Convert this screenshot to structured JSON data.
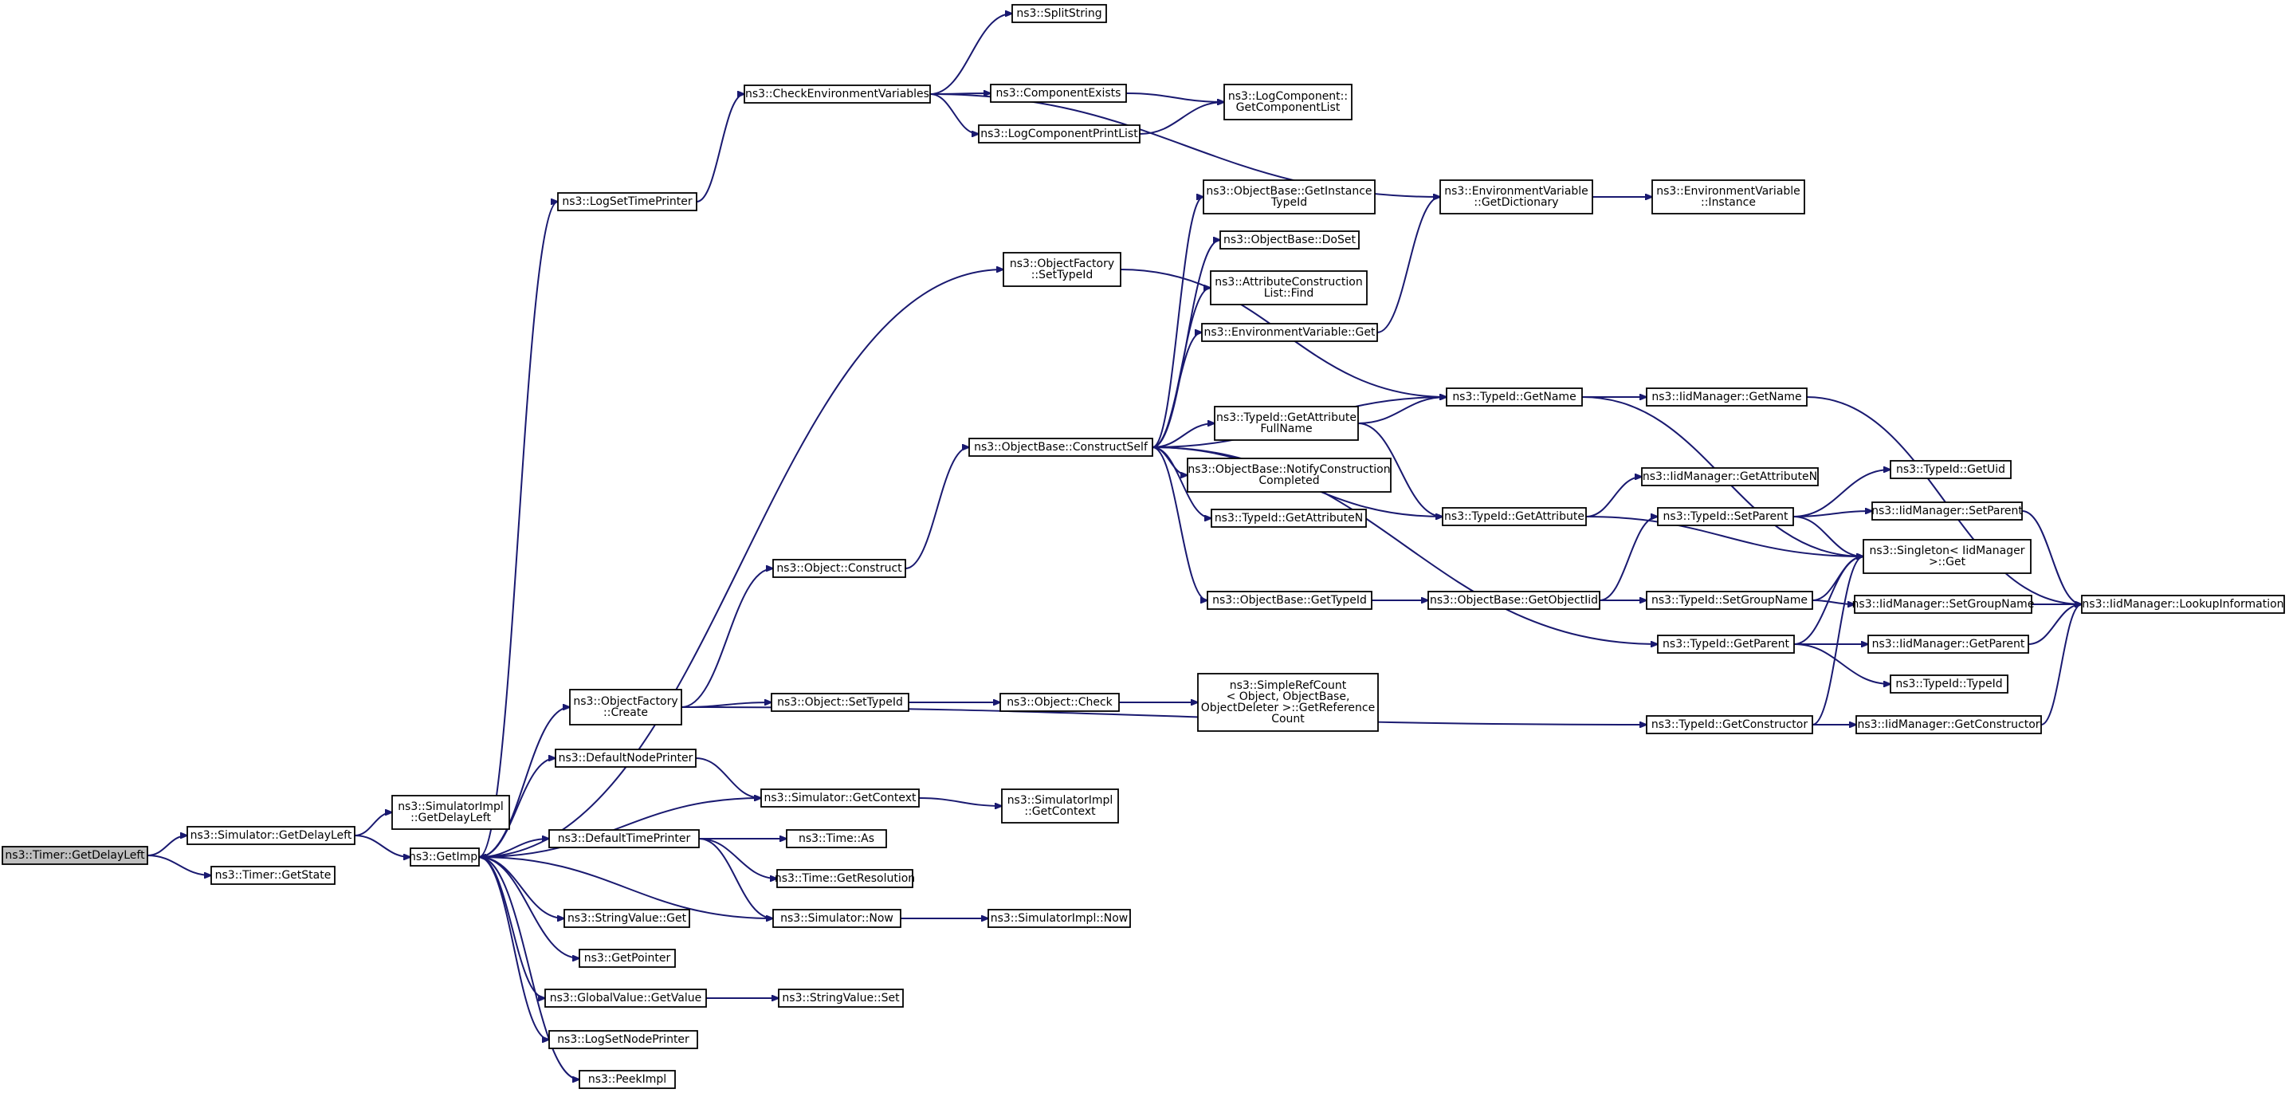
{
  "graph": {
    "title": "",
    "edge_color": "#191970",
    "root_fill": "#bfbfbf",
    "nodes": [
      {
        "id": "n1",
        "label": [
          "ns3::Timer::GetDelayLeft"
        ],
        "root": true
      },
      {
        "id": "n2",
        "label": [
          "ns3::Simulator::GetDelayLeft"
        ]
      },
      {
        "id": "n3",
        "label": [
          "ns3::Timer::GetState"
        ]
      },
      {
        "id": "n4",
        "label": [
          "ns3::SimulatorImpl",
          "::GetDelayLeft"
        ]
      },
      {
        "id": "n5",
        "label": [
          "ns3::GetImpl"
        ]
      },
      {
        "id": "n6",
        "label": [
          "ns3::LogSetTimePrinter"
        ]
      },
      {
        "id": "n7",
        "label": [
          "ns3::CheckEnvironmentVariables"
        ]
      },
      {
        "id": "n8",
        "label": [
          "ns3::SplitString"
        ]
      },
      {
        "id": "n9",
        "label": [
          "ns3::ComponentExists"
        ]
      },
      {
        "id": "n10",
        "label": [
          "ns3::LogComponentPrintList"
        ]
      },
      {
        "id": "n11",
        "label": [
          "ns3::LogComponent::",
          "GetComponentList"
        ]
      },
      {
        "id": "n12",
        "label": [
          "ns3::EnvironmentVariable",
          "::GetDictionary"
        ]
      },
      {
        "id": "n13",
        "label": [
          "ns3::EnvironmentVariable",
          "::Instance"
        ]
      },
      {
        "id": "n14",
        "label": [
          "ns3::ObjectFactory",
          "::SetTypeId"
        ]
      },
      {
        "id": "n15",
        "label": [
          "ns3::ObjectBase::GetInstance",
          "TypeId"
        ]
      },
      {
        "id": "n16",
        "label": [
          "ns3::ObjectBase::DoSet"
        ]
      },
      {
        "id": "n17",
        "label": [
          "ns3::AttributeConstruction",
          "List::Find"
        ]
      },
      {
        "id": "n18",
        "label": [
          "ns3::EnvironmentVariable::Get"
        ]
      },
      {
        "id": "n19",
        "label": [
          "ns3::TypeId::GetName"
        ]
      },
      {
        "id": "n20",
        "label": [
          "ns3::IidManager::GetName"
        ]
      },
      {
        "id": "n21",
        "label": [
          "ns3::TypeId::GetAttribute",
          "FullName"
        ]
      },
      {
        "id": "n22",
        "label": [
          "ns3::ObjectBase::ConstructSelf"
        ]
      },
      {
        "id": "n23",
        "label": [
          "ns3::ObjectBase::NotifyConstruction",
          "Completed"
        ]
      },
      {
        "id": "n24",
        "label": [
          "ns3::TypeId::GetAttributeN"
        ]
      },
      {
        "id": "n25",
        "label": [
          "ns3::TypeId::GetAttribute"
        ]
      },
      {
        "id": "n26",
        "label": [
          "ns3::IidManager::GetAttributeN"
        ]
      },
      {
        "id": "n27",
        "label": [
          "ns3::TypeId::GetUid"
        ]
      },
      {
        "id": "n28",
        "label": [
          "ns3::TypeId::SetParent"
        ]
      },
      {
        "id": "n29",
        "label": [
          "ns3::IidManager::SetParent"
        ]
      },
      {
        "id": "n30",
        "label": [
          "ns3::Singleton< IidManager",
          ">::Get"
        ]
      },
      {
        "id": "n31",
        "label": [
          "ns3::Object::Construct"
        ]
      },
      {
        "id": "n32",
        "label": [
          "ns3::ObjectBase::GetTypeId"
        ]
      },
      {
        "id": "n33",
        "label": [
          "ns3::ObjectBase::GetObjectIid"
        ]
      },
      {
        "id": "n34",
        "label": [
          "ns3::TypeId::SetGroupName"
        ]
      },
      {
        "id": "n35",
        "label": [
          "ns3::IidManager::SetGroupName"
        ]
      },
      {
        "id": "n36",
        "label": [
          "ns3::IidManager::LookupInformation"
        ]
      },
      {
        "id": "n37",
        "label": [
          "ns3::TypeId::GetParent"
        ]
      },
      {
        "id": "n38",
        "label": [
          "ns3::IidManager::GetParent"
        ]
      },
      {
        "id": "n39",
        "label": [
          "ns3::TypeId::TypeId"
        ]
      },
      {
        "id": "n40",
        "label": [
          "ns3::ObjectFactory",
          "::Create"
        ]
      },
      {
        "id": "n41",
        "label": [
          "ns3::Object::SetTypeId"
        ]
      },
      {
        "id": "n42",
        "label": [
          "ns3::Object::Check"
        ]
      },
      {
        "id": "n43",
        "label": [
          "ns3::SimpleRefCount",
          "< Object, ObjectBase,",
          "ObjectDeleter >::GetReference",
          "Count"
        ]
      },
      {
        "id": "n44",
        "label": [
          "ns3::TypeId::GetConstructor"
        ]
      },
      {
        "id": "n45",
        "label": [
          "ns3::IidManager::GetConstructor"
        ]
      },
      {
        "id": "n46",
        "label": [
          "ns3::DefaultNodePrinter"
        ]
      },
      {
        "id": "n47",
        "label": [
          "ns3::Simulator::GetContext"
        ]
      },
      {
        "id": "n48",
        "label": [
          "ns3::SimulatorImpl",
          "::GetContext"
        ]
      },
      {
        "id": "n49",
        "label": [
          "ns3::DefaultTimePrinter"
        ]
      },
      {
        "id": "n50",
        "label": [
          "ns3::Time::As"
        ]
      },
      {
        "id": "n51",
        "label": [
          "ns3::Time::GetResolution"
        ]
      },
      {
        "id": "n52",
        "label": [
          "ns3::Simulator::Now"
        ]
      },
      {
        "id": "n53",
        "label": [
          "ns3::SimulatorImpl::Now"
        ]
      },
      {
        "id": "n54",
        "label": [
          "ns3::StringValue::Get"
        ]
      },
      {
        "id": "n55",
        "label": [
          "ns3::GetPointer"
        ]
      },
      {
        "id": "n56",
        "label": [
          "ns3::GlobalValue::GetValue"
        ]
      },
      {
        "id": "n57",
        "label": [
          "ns3::StringValue::Set"
        ]
      },
      {
        "id": "n58",
        "label": [
          "ns3::LogSetNodePrinter"
        ]
      },
      {
        "id": "n59",
        "label": [
          "ns3::PeekImpl"
        ]
      }
    ],
    "edges": [
      [
        "n1",
        "n2"
      ],
      [
        "n1",
        "n3"
      ],
      [
        "n2",
        "n4"
      ],
      [
        "n2",
        "n5"
      ],
      [
        "n5",
        "n6"
      ],
      [
        "n5",
        "n14"
      ],
      [
        "n5",
        "n40"
      ],
      [
        "n5",
        "n46"
      ],
      [
        "n5",
        "n47"
      ],
      [
        "n5",
        "n49"
      ],
      [
        "n5",
        "n54"
      ],
      [
        "n5",
        "n55"
      ],
      [
        "n5",
        "n56"
      ],
      [
        "n5",
        "n58"
      ],
      [
        "n5",
        "n59"
      ],
      [
        "n6",
        "n7"
      ],
      [
        "n7",
        "n8"
      ],
      [
        "n7",
        "n9"
      ],
      [
        "n7",
        "n10"
      ],
      [
        "n7",
        "n12"
      ],
      [
        "n9",
        "n11"
      ],
      [
        "n10",
        "n11"
      ],
      [
        "n12",
        "n13"
      ],
      [
        "n14",
        "n19"
      ],
      [
        "n22",
        "n15"
      ],
      [
        "n22",
        "n16"
      ],
      [
        "n22",
        "n17"
      ],
      [
        "n22",
        "n18"
      ],
      [
        "n22",
        "n19"
      ],
      [
        "n22",
        "n21"
      ],
      [
        "n22",
        "n23"
      ],
      [
        "n22",
        "n24"
      ],
      [
        "n22",
        "n25"
      ],
      [
        "n22",
        "n32"
      ],
      [
        "n22",
        "n37"
      ],
      [
        "n18",
        "n12"
      ],
      [
        "n19",
        "n20"
      ],
      [
        "n19",
        "n30"
      ],
      [
        "n20",
        "n36"
      ],
      [
        "n21",
        "n19"
      ],
      [
        "n21",
        "n25"
      ],
      [
        "n25",
        "n26"
      ],
      [
        "n25",
        "n30"
      ],
      [
        "n28",
        "n27"
      ],
      [
        "n28",
        "n29"
      ],
      [
        "n28",
        "n30"
      ],
      [
        "n29",
        "n36"
      ],
      [
        "n31",
        "n22"
      ],
      [
        "n32",
        "n33"
      ],
      [
        "n33",
        "n28"
      ],
      [
        "n33",
        "n34"
      ],
      [
        "n34",
        "n30"
      ],
      [
        "n34",
        "n35"
      ],
      [
        "n35",
        "n36"
      ],
      [
        "n37",
        "n30"
      ],
      [
        "n37",
        "n38"
      ],
      [
        "n37",
        "n39"
      ],
      [
        "n38",
        "n36"
      ],
      [
        "n40",
        "n31"
      ],
      [
        "n40",
        "n41"
      ],
      [
        "n40",
        "n44"
      ],
      [
        "n41",
        "n42"
      ],
      [
        "n42",
        "n43"
      ],
      [
        "n44",
        "n30"
      ],
      [
        "n44",
        "n45"
      ],
      [
        "n45",
        "n36"
      ],
      [
        "n46",
        "n47"
      ],
      [
        "n47",
        "n48"
      ],
      [
        "n49",
        "n50"
      ],
      [
        "n49",
        "n51"
      ],
      [
        "n49",
        "n52"
      ],
      [
        "n52",
        "n5"
      ],
      [
        "n52",
        "n53"
      ],
      [
        "n56",
        "n57"
      ]
    ]
  }
}
